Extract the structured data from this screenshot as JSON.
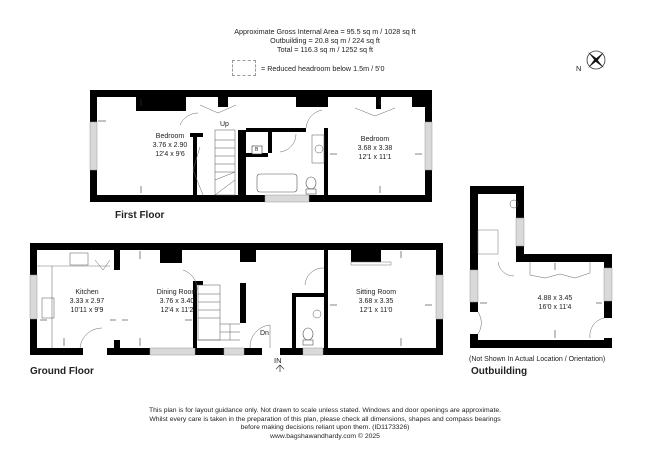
{
  "header": {
    "gross_area": "Approximate Gross Internal Area = 95.5 sq m / 1028 sq ft",
    "outbuilding_area": "Outbuilding = 20.8 sq m / 224 sq ft",
    "total_area": "Total = 116.3 sq m / 1252 sq ft"
  },
  "legend": {
    "reduced_headroom": "= Reduced headroom below 1.5m / 5'0"
  },
  "compass": {
    "label": "N",
    "icon": "compass-rose-icon"
  },
  "first_floor": {
    "title": "First Floor",
    "stairs_label": "Up",
    "boiler_label": "B",
    "rooms": [
      {
        "name": "Bedroom",
        "metric": "3.76 x 2.90",
        "imperial": "12'4 x 9'6"
      },
      {
        "name": "Bedroom",
        "metric": "3.68 x 3.38",
        "imperial": "12'1 x 11'1"
      }
    ]
  },
  "ground_floor": {
    "title": "Ground Floor",
    "stairs_label": "Dn",
    "entrance_label": "IN",
    "rooms": [
      {
        "name": "Kitchen",
        "metric": "3.33 x 2.97",
        "imperial": "10'11 x 9'9"
      },
      {
        "name": "Dining Room",
        "metric": "3.76 x 3.40",
        "imperial": "12'4 x 11'2"
      },
      {
        "name": "Sitting Room",
        "metric": "3.68 x 3.35",
        "imperial": "12'1 x 11'0"
      }
    ]
  },
  "outbuilding": {
    "title": "Outbuilding",
    "note": "(Not Shown In Actual Location / Orientation)",
    "rooms": [
      {
        "name": "",
        "metric": "4.88 x 3.45",
        "imperial": "16'0 x 11'4"
      }
    ]
  },
  "footer": {
    "line1": "This plan is for layout guidance only. Not drawn to scale unless stated. Windows and door openings are approximate.",
    "line2": "Whilst every care is taken in the preparation of this plan, please check all dimensions, shapes and compass bearings",
    "line3": "before making decisions reliant upon them. (ID1173326)",
    "line4": "www.bagshawandhardy.com © 2025"
  },
  "colors": {
    "wall": "#000000",
    "window": "#d9d9d9",
    "line": "#555555",
    "background": "#ffffff"
  }
}
